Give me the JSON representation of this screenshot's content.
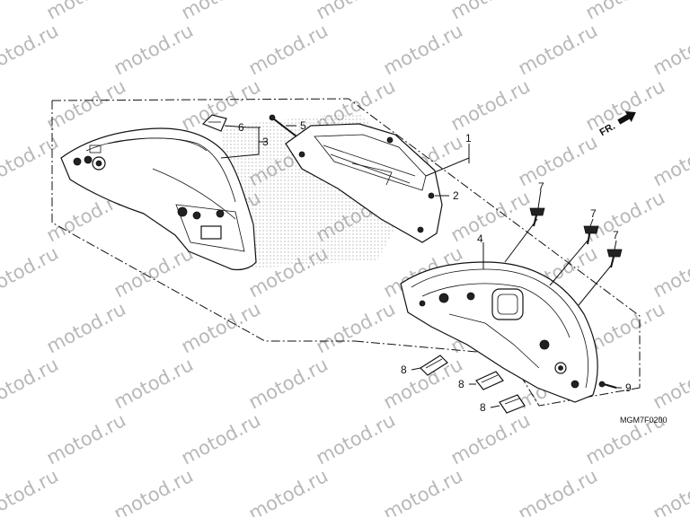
{
  "watermark": {
    "text": "motod.ru"
  },
  "diagram_code": "MGM7F0200",
  "direction_label": "FR.",
  "callouts": {
    "c1": "1",
    "c2": "2",
    "c3": "3",
    "c4": "4",
    "c5": "5",
    "c6": "6",
    "c7a": "7",
    "c7b": "7",
    "c7c": "7",
    "c8a": "8",
    "c8b": "8",
    "c8c": "8",
    "c9": "9"
  },
  "colors": {
    "line": "#111111",
    "watermark": "#b8b8b8",
    "background": "#ffffff"
  }
}
